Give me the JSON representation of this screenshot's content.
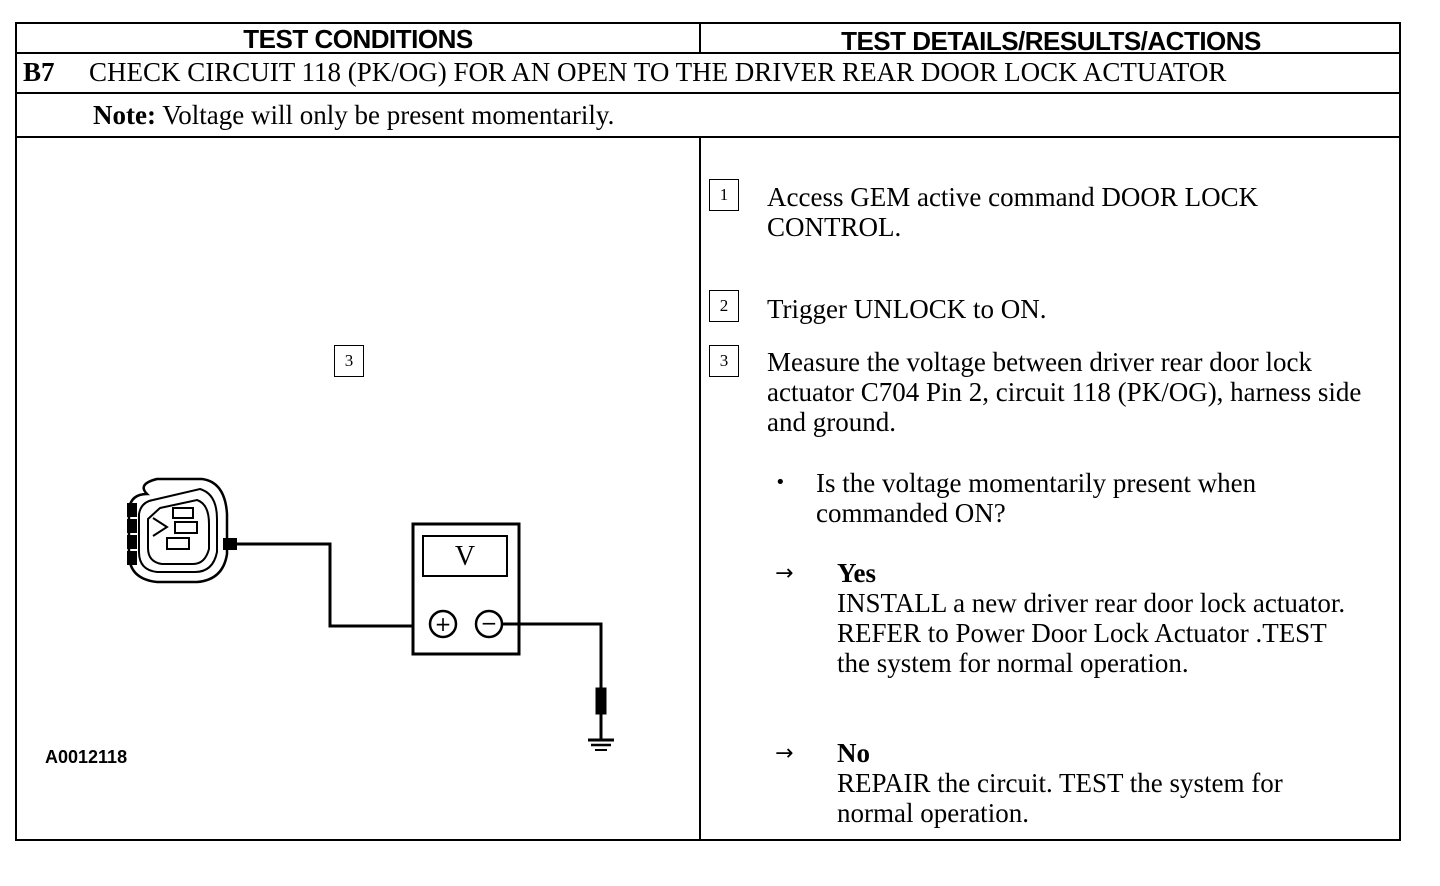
{
  "header": {
    "left": "TEST CONDITIONS",
    "right": "TEST DETAILS/RESULTS/ACTIONS"
  },
  "step": {
    "id": "B7",
    "title": "CHECK CIRCUIT 118 (PK/OG) FOR AN OPEN TO THE DRIVER REAR DOOR LOCK ACTUATOR"
  },
  "note": {
    "label": "Note:",
    "text": "Voltage will only be present momentarily."
  },
  "diagram": {
    "callout": "3",
    "meter_label": "V",
    "plus": "+",
    "minus": "−",
    "figure_id": "A0012118"
  },
  "details": {
    "steps": [
      {
        "num": "1",
        "text": "Access GEM active command DOOR LOCK CONTROL."
      },
      {
        "num": "2",
        "text": "Trigger UNLOCK to ON."
      },
      {
        "num": "3",
        "text": "Measure the voltage between driver rear door lock actuator C704 Pin 2, circuit 118 (PK/OG), harness side and ground."
      }
    ],
    "question": "Is the voltage momentarily present when commanded ON?",
    "yes": {
      "label": "Yes",
      "text": "INSTALL a new driver rear door lock actuator. REFER to Power Door Lock Actuator .TEST the system for normal operation."
    },
    "no": {
      "label": "No",
      "text": "REPAIR the circuit. TEST the system for normal operation."
    },
    "bullet_symbol": "•",
    "arrow_symbol": "→"
  }
}
